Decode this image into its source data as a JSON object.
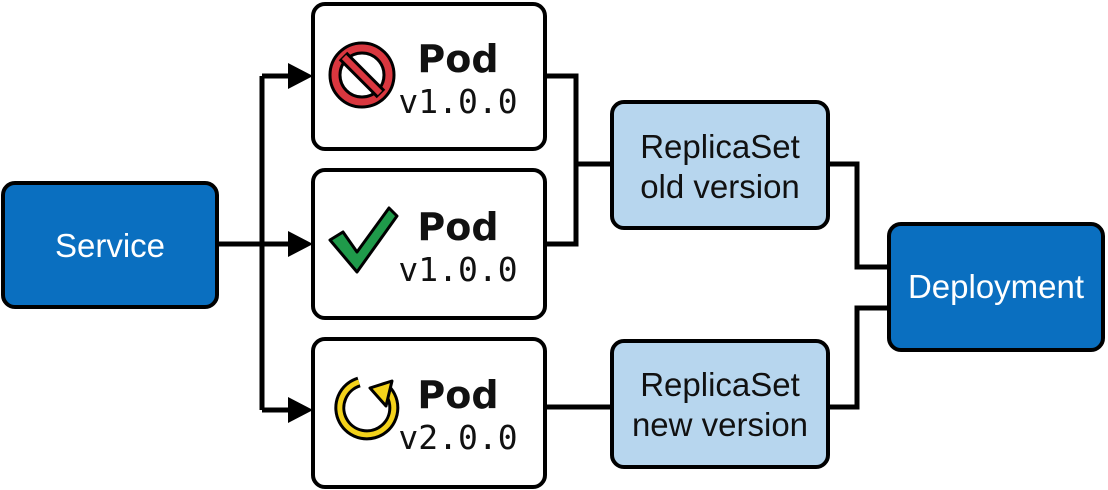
{
  "service": {
    "label": "Service"
  },
  "pods": [
    {
      "title": "Pod",
      "version": "v1.0.0",
      "status_icon": "prohibited-icon",
      "status_color": "#d9373f"
    },
    {
      "title": "Pod",
      "version": "v1.0.0",
      "status_icon": "checkmark-icon",
      "status_color": "#1f9a4a"
    },
    {
      "title": "Pod",
      "version": "v2.0.0",
      "status_icon": "refresh-icon",
      "status_color": "#f3d21b"
    }
  ],
  "replicasets": [
    {
      "line1": "ReplicaSet",
      "line2": "old version"
    },
    {
      "line1": "ReplicaSet",
      "line2": "new version"
    }
  ],
  "deployment": {
    "label": "Deployment"
  },
  "colors": {
    "primary_box": "#0a6fc0",
    "replicaset_box": "#b7d6ee",
    "stroke": "#000000"
  }
}
